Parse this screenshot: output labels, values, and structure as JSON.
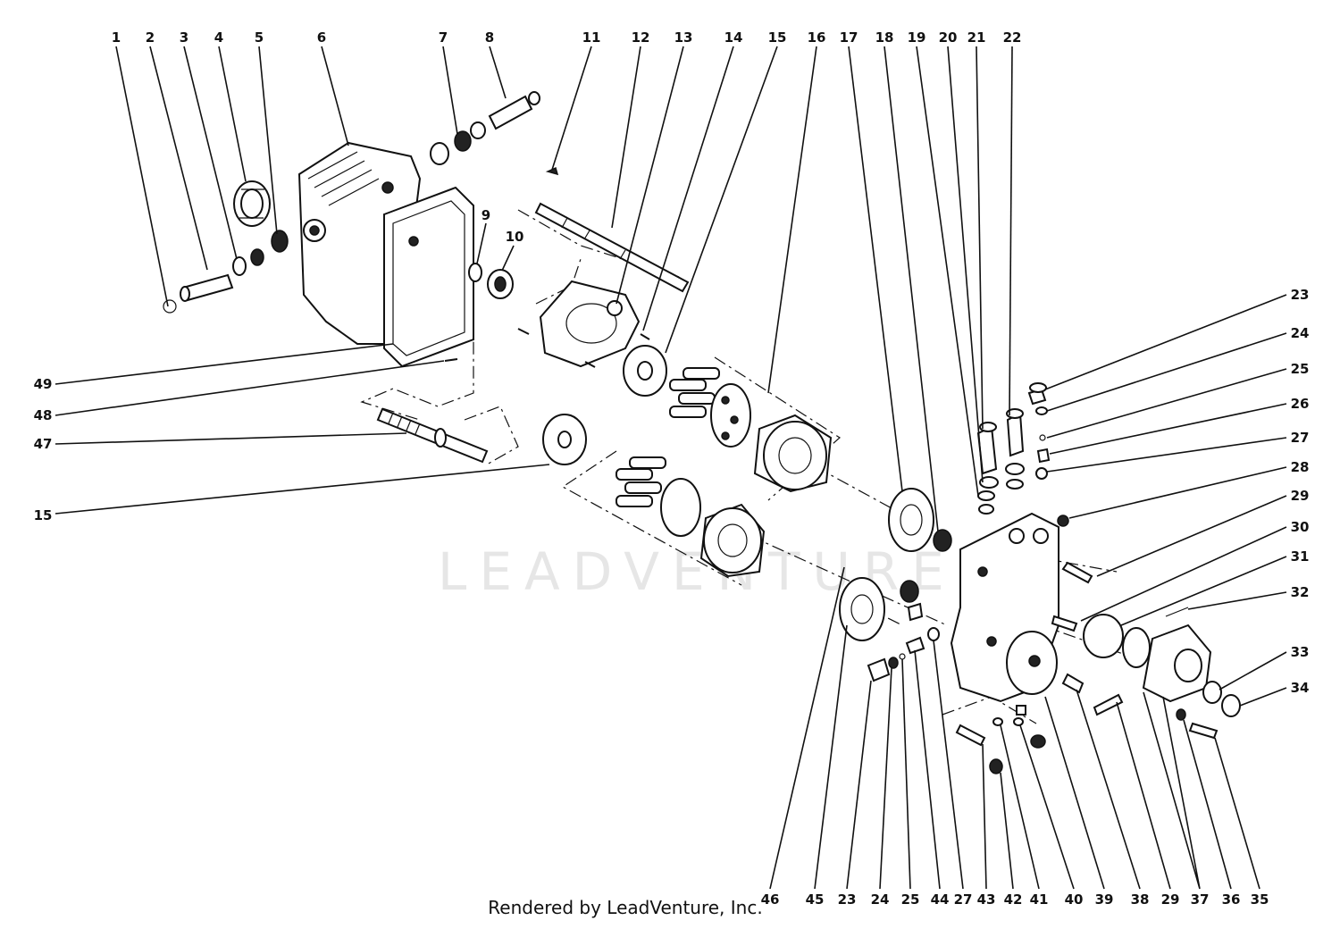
{
  "watermark": "LEADVENTURE",
  "credit": "Rendered by LeadVenture, Inc.",
  "labels": {
    "l1": "1",
    "l2": "2",
    "l3": "3",
    "l4": "4",
    "l5": "5",
    "l6": "6",
    "l7": "7",
    "l8": "8",
    "l11": "11",
    "l12": "12",
    "l13": "13",
    "l14": "14",
    "l15t": "15",
    "l16": "16",
    "l17": "17",
    "l18": "18",
    "l19": "19",
    "l20": "20",
    "l21": "21",
    "l22": "22",
    "l9": "9",
    "l10": "10",
    "r23": "23",
    "r24": "24",
    "r25": "25",
    "r26": "26",
    "r27": "27",
    "r28": "28",
    "r29": "29",
    "r30": "30",
    "r31": "31",
    "r32": "32",
    "r33": "33",
    "r34": "34",
    "l49": "49",
    "l48": "48",
    "l47": "47",
    "l15l": "15",
    "b46": "46",
    "b45": "45",
    "b23": "23",
    "b24": "24",
    "b25": "25",
    "b44": "44",
    "b27": "27",
    "b43": "43",
    "b42": "42",
    "b41": "41",
    "b40": "40",
    "b39": "39",
    "b38": "38",
    "b29": "29",
    "b37": "37",
    "b36": "36",
    "b35": "35"
  }
}
